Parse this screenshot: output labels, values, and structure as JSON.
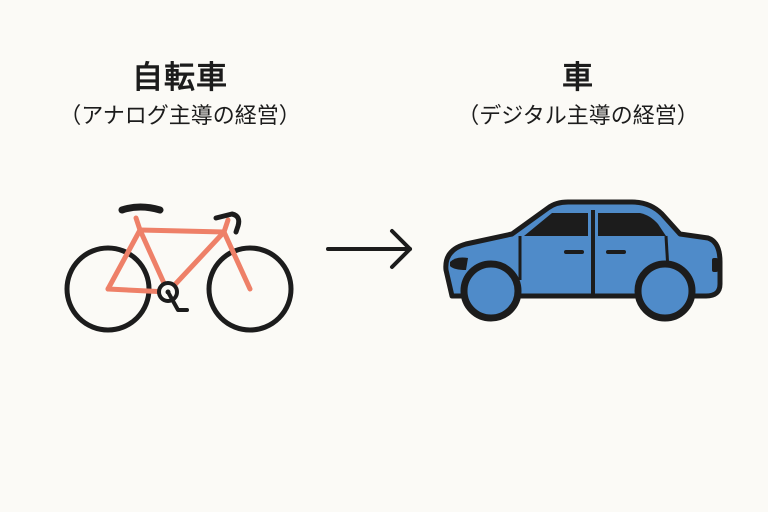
{
  "left": {
    "title": "自転車",
    "subtitle": "（アナログ主導の経営）"
  },
  "right": {
    "title": "車",
    "subtitle": "（デジタル主導の経営）"
  },
  "icons": {
    "left": "bicycle-icon",
    "middle": "arrow-right-icon",
    "right": "car-icon"
  },
  "colors": {
    "bicycle_frame": "#ee8068",
    "car_body": "#4f8bc9",
    "outline": "#1c1c1c",
    "background": "#fbfaf6"
  }
}
